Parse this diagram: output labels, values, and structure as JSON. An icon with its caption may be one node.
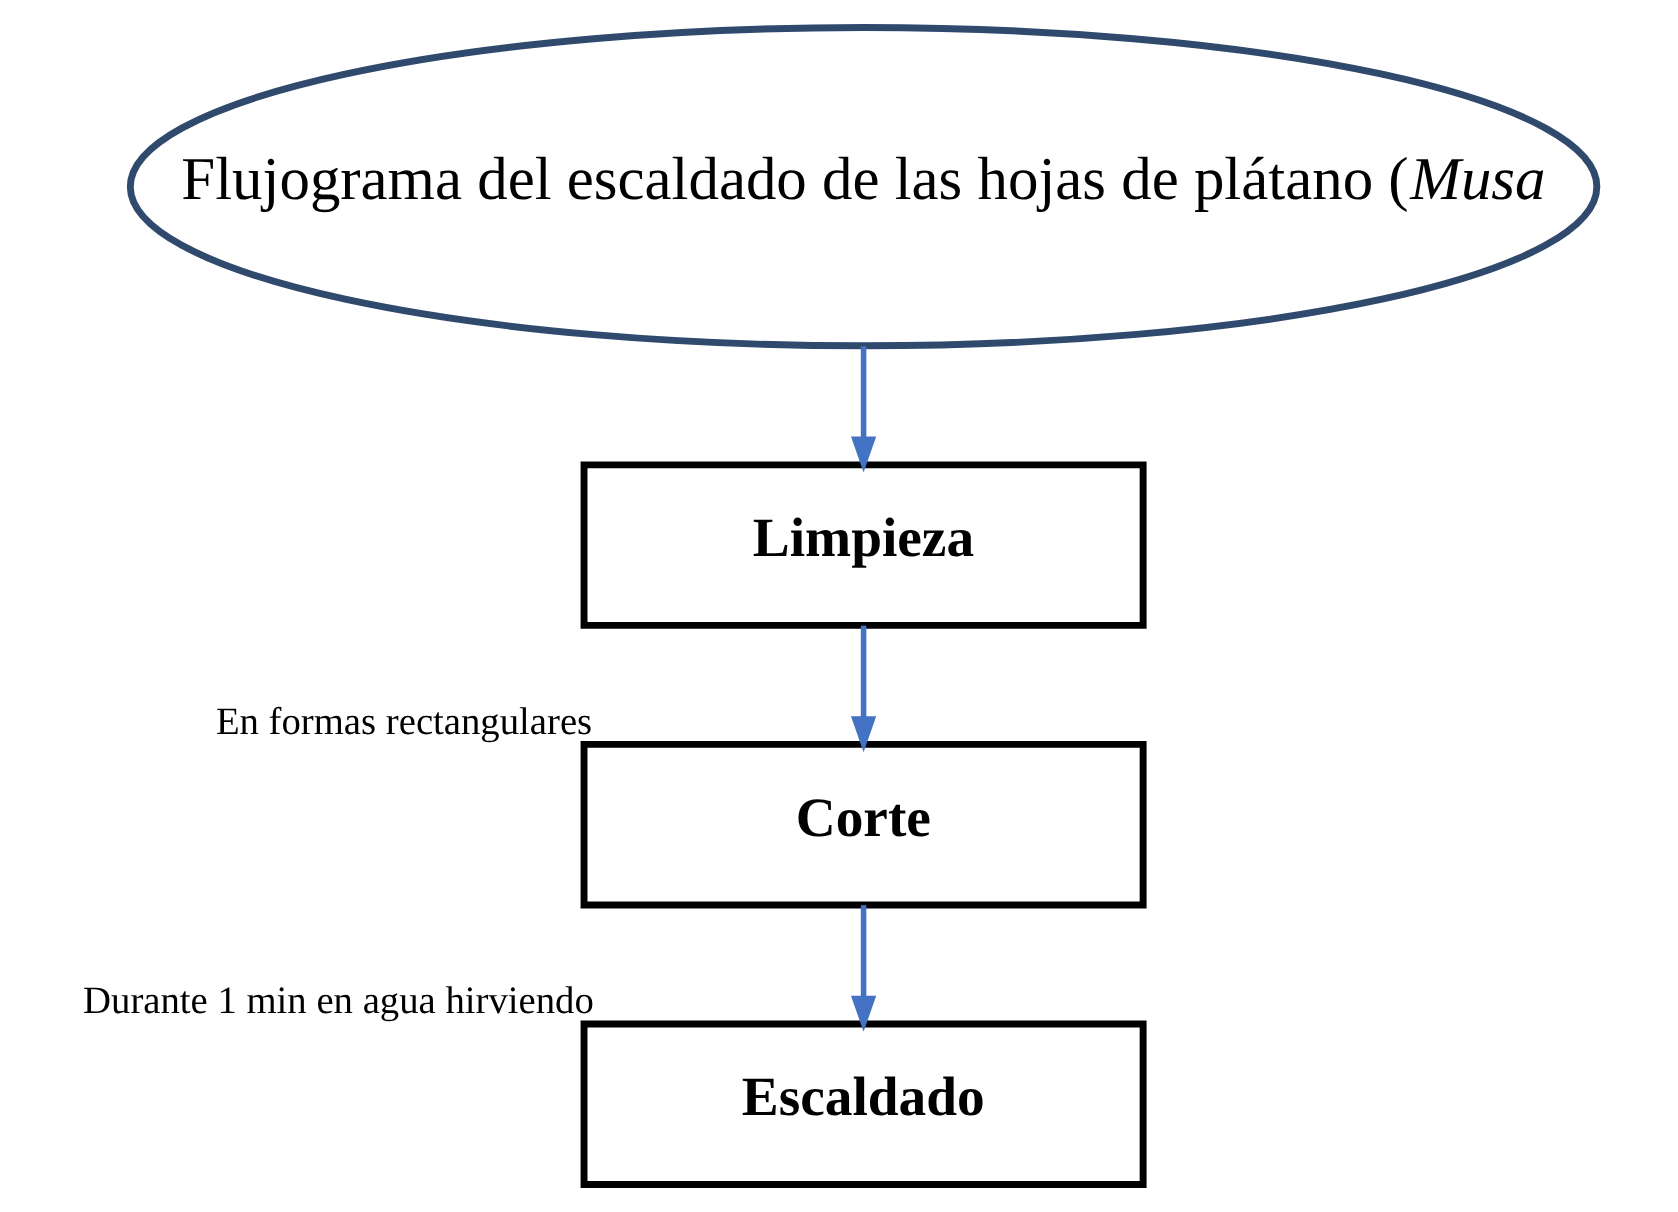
{
  "diagram": {
    "nodes": [
      {
        "text": [
          "Flujograma del escaldado de las hojas de plátano (*Musa*"
        ]
      },
      {
        "text": [
          "Limpieza"
        ]
      },
      {
        "text": [
          "Corte"
        ],
        "beside": [
          "En formas rectangulares"
        ]
      },
      {
        "text": [
          "Escaldado"
        ],
        "beside": [
          "Durante 1 min en agua hirviendo"
        ]
      }
    ],
    "edges": [
      {
        "from": 0,
        "to": 1,
        "arrow": "to"
      },
      {
        "from": 1,
        "to": 2,
        "arrow": "to"
      },
      {
        "from": 2,
        "to": 3,
        "arrow": "to"
      }
    ]
  }
}
